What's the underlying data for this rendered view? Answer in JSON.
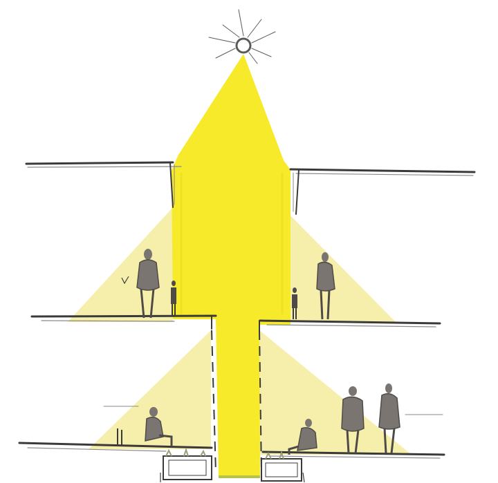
{
  "colors": {
    "light_beam": "#f7ea2a",
    "light_beam_edge": "#eadc1c",
    "light_cone": "#f4ec9c",
    "light_cone_soft": "#f7f0b6",
    "line": "#3a3a3a",
    "line_light": "#8a8a8a",
    "figure": "#7a7570",
    "figure_dark": "#4e4a46",
    "planter": "#9aa07a"
  },
  "elements": {
    "sun": "sun-icon",
    "people": [
      "person-figure",
      "person-figure",
      "person-figure",
      "person-figure",
      "person-figure",
      "person-figure",
      "person-figure",
      "person-figure"
    ],
    "floors": [
      "roof-slab",
      "upper-floor-slab",
      "ground-floor-slab"
    ]
  }
}
